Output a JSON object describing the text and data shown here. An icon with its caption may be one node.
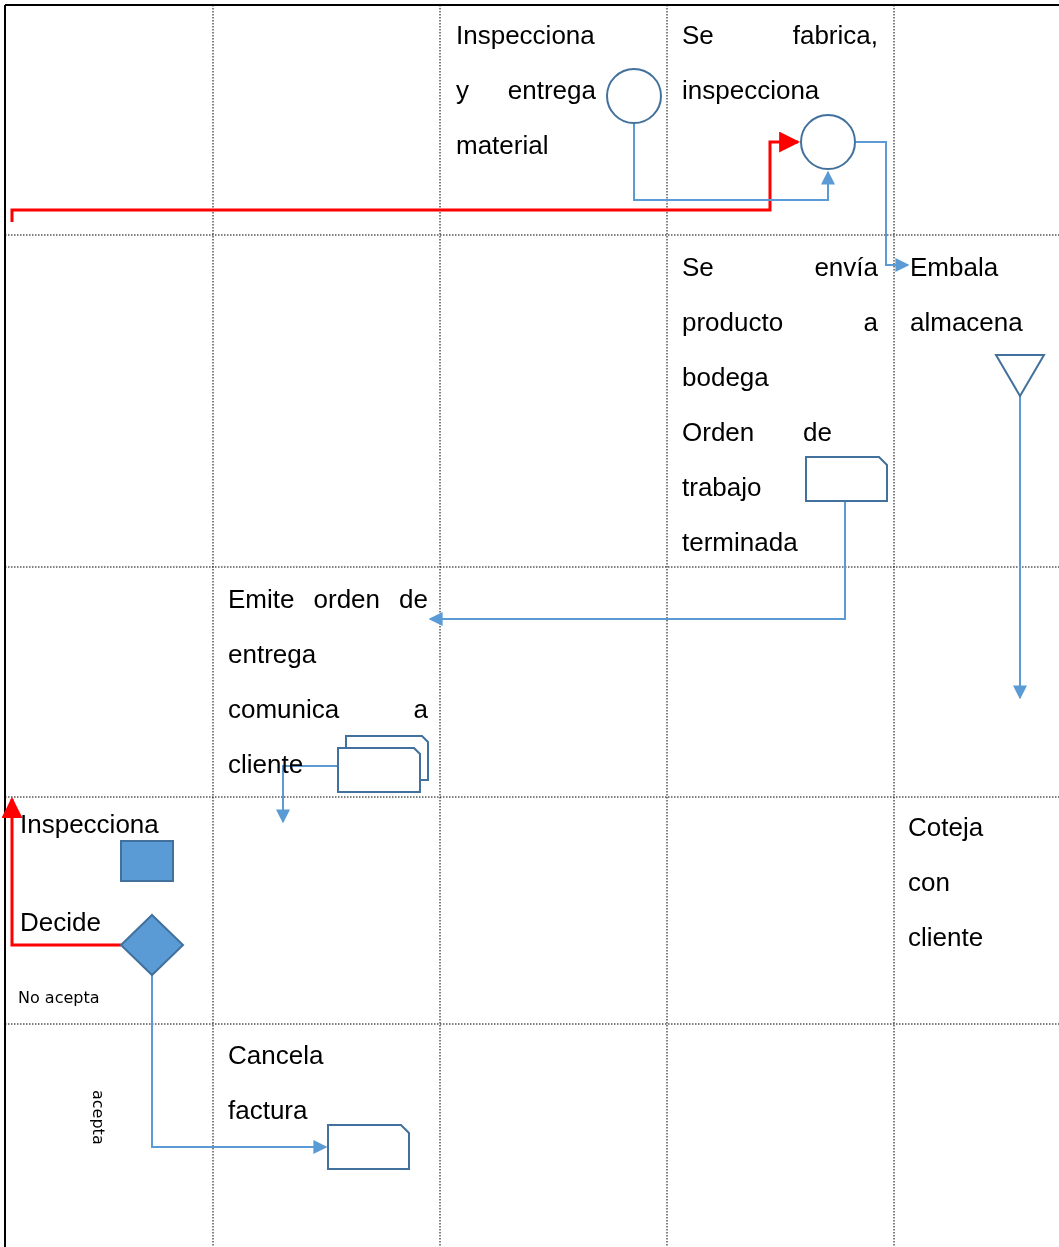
{
  "diagram": {
    "nodes": [
      {
        "text": [
          "Inspecciona y entrega material"
        ]
      },
      {
        "text": [],
        "shape": "circle"
      },
      {
        "text": [
          "Se fabrica, inspecciona"
        ]
      },
      {
        "text": [],
        "shape": "circle"
      },
      {
        "text": [
          "Se envía producto a bodega"
        ]
      },
      {
        "text": [
          "Embala almacena"
        ]
      },
      {
        "text": [],
        "shape": "triangle"
      },
      {
        "text": [
          "Orden de trabajo terminada"
        ]
      },
      {
        "text": [],
        "shape": "document"
      },
      {
        "text": [
          "Emite orden de entrega comunica a cliente"
        ]
      },
      {
        "text": [],
        "shape": "documents"
      },
      {
        "text": [
          "Inspecciona"
        ]
      },
      {
        "text": [],
        "shape": "box"
      },
      {
        "text": [
          "Decide"
        ]
      },
      {
        "text": [],
        "shape": "diamond"
      },
      {
        "text": [
          "Cancela factura"
        ]
      },
      {
        "text": [],
        "shape": "document"
      },
      {
        "text": [
          "Coteja con cliente"
        ]
      }
    ],
    "edges": [
      {
        "from": null,
        "to": 3,
        "arrow": "to",
        "color": "#ff0000"
      },
      {
        "from": 1,
        "to": 3,
        "arrow": "to"
      },
      {
        "from": 3,
        "to": 5,
        "arrow": "to"
      },
      {
        "from": 6,
        "to": null,
        "arrow": "to"
      },
      {
        "from": 8,
        "to": 9,
        "arrow": "to"
      },
      {
        "from": 10,
        "to": null,
        "arrow": "to"
      },
      {
        "from": 14,
        "to": 11,
        "arrow": "to",
        "color": "#ff0000"
      },
      {
        "from": 14,
        "to": 16,
        "arrow": "to"
      }
    ],
    "labels": [
      "No acepta",
      "acepta"
    ]
  }
}
